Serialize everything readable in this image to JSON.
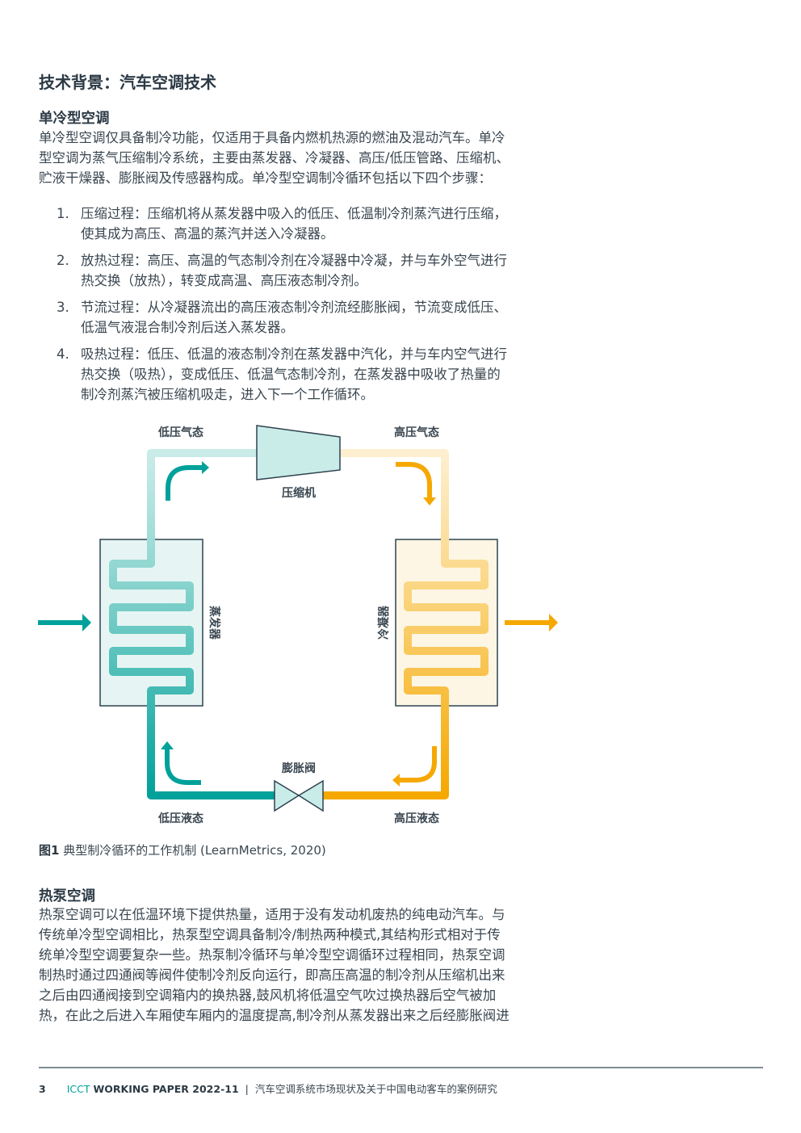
{
  "section_title": "技术背景：汽车空调技术",
  "single_cooling": {
    "heading": "单冷型空调",
    "lines": [
      "单冷型空调仅具备制冷功能，仅适用于具备内燃机热源的燃油及混动汽车。单冷",
      "型空调为蒸气压缩制冷系统，主要由蒸发器、冷凝器、高压/低压管路、压缩机、",
      "贮液干燥器、膨胀阀及传感器构成。单冷型空调制冷循环包括以下四个步骤："
    ],
    "steps": [
      {
        "num": "1.",
        "lines": [
          "压缩过程：压缩机将从蒸发器中吸入的低压、低温制冷剂蒸汽进行压缩，",
          "使其成为高压、高温的蒸汽并送入冷凝器。"
        ]
      },
      {
        "num": "2.",
        "lines": [
          "放热过程：高压、高温的气态制冷剂在冷凝器中冷凝，并与车外空气进行",
          "热交换（放热），转变成高温、高压液态制冷剂。"
        ]
      },
      {
        "num": "3.",
        "lines": [
          "节流过程：从冷凝器流出的高压液态制冷剂流经膨胀阀，节流变成低压、",
          "低温气液混合制冷剂后送入蒸发器。"
        ]
      },
      {
        "num": "4.",
        "lines": [
          "吸热过程：低压、低温的液态制冷剂在蒸发器中汽化，并与车内空气进行",
          "热交换（吸热），变成低压、低温气态制冷剂，在蒸发器中吸收了热量的",
          "制冷剂蒸汽被压缩机吸走，进入下一个工作循环。"
        ]
      }
    ]
  },
  "diagram": {
    "labels": {
      "low_pressure_gas": "低压气态",
      "high_pressure_gas": "高压气态",
      "compressor": "压缩机",
      "expansion_valve": "膨胀阀",
      "low_pressure_liquid": "低压液态",
      "high_pressure_liquid": "高压液态",
      "evaporator": "蒸发器",
      "condenser": "冷凝器"
    },
    "colors": {
      "teal": "#00a19a",
      "teal_light": "#c9ece9",
      "orange": "#f5a800",
      "orange_light": "#fdefd0",
      "evap_fill": "#e6f5f3",
      "cond_fill": "#fdf6e4",
      "outline": "#2f4350"
    }
  },
  "caption": {
    "label": "图1",
    "text": " 典型制冷循环的工作机制 (LearnMetrics, 2020)"
  },
  "heat_pump": {
    "heading": "热泵空调",
    "lines": [
      "热泵空调可以在低温环境下提供热量，适用于没有发动机废热的纯电动汽车。与",
      "传统单冷型空调相比，热泵型空调具备制冷/制热两种模式,其结构形式相对于传",
      "统单冷型空调要复杂一些。热泵制冷循环与单冷型空调循环过程相同，热泵空调",
      "制热时通过四通阀等阀件使制冷剂反向运行，即高压高温的制冷剂从压缩机出来",
      "之后由四通阀接到空调箱内的换热器,鼓风机将低温空气吹过换热器后空气被加",
      "热，在此之后进入车厢使车厢内的温度提高,制冷剂从蒸发器出来之后经膨胀阀进"
    ]
  },
  "footer": {
    "page": "3",
    "org": "ICCT",
    "series": "WORKING PAPER 2022-11",
    "separator": "|",
    "title": "汽车空调系统市场现状及关于中国电动客车的案例研究"
  }
}
